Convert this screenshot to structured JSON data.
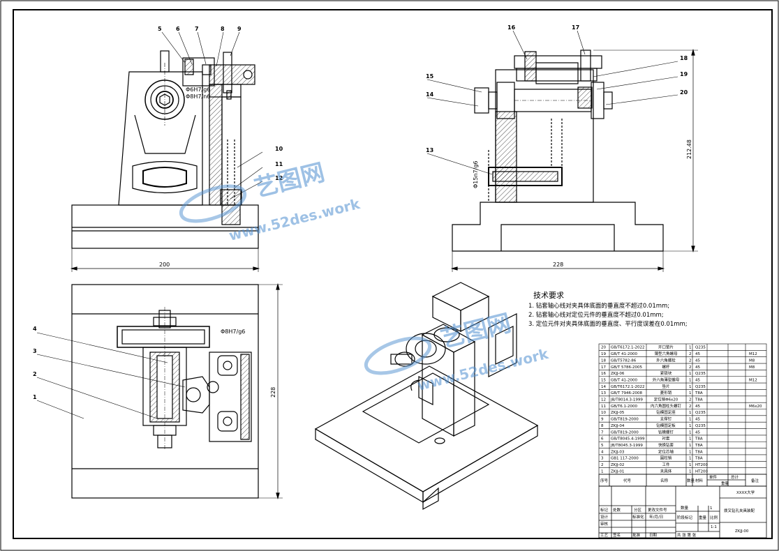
{
  "drawing": {
    "part_labels_front": [
      "5",
      "6",
      "7",
      "8",
      "9",
      "10",
      "11",
      "12"
    ],
    "part_labels_side": [
      "16",
      "17",
      "18",
      "19",
      "20",
      "15",
      "14",
      "13"
    ],
    "part_labels_top": [
      "4",
      "3",
      "2",
      "1"
    ],
    "fit_front": "Φ6H7/g6",
    "fit_front2": "Φ8H7/n6",
    "fit_side": "Φ15n7/g6",
    "fit_top": "Φ8H7/g6",
    "dim_front_width": "200",
    "dim_side_width": "228",
    "dim_side_height": "212.48",
    "dim_top_height": "228"
  },
  "watermark": {
    "brand": "艺图网",
    "url": "www.52des.work"
  },
  "tech_requirements": {
    "title": "技术要求",
    "items": [
      "1. 钻套轴心线对夹具体底面的垂直度不超过0.01mm;",
      "2. 钻套轴心线对定位元件的垂直度不超过0.01mm;",
      "3. 定位元件对夹具体底面的垂直度、平行度误差在0.01mm;"
    ]
  },
  "bom": {
    "rows": [
      {
        "no": "20",
        "code": "GB/T6172.1-2022",
        "name": "开口垫片",
        "qty": "1",
        "mat": "Q235",
        "note": ""
      },
      {
        "no": "19",
        "code": "GB/T 41-2000",
        "name": "薄型六角螺母",
        "qty": "2",
        "mat": "45",
        "note": "M12"
      },
      {
        "no": "18",
        "code": "GB/T5782-86",
        "name": "外六角螺栓",
        "qty": "2",
        "mat": "45",
        "note": "M8"
      },
      {
        "no": "17",
        "code": "GB/T 5786-2005",
        "name": "螺杆",
        "qty": "2",
        "mat": "45",
        "note": "M8"
      },
      {
        "no": "16",
        "code": "ZKJJ-06",
        "name": "紧锁块",
        "qty": "1",
        "mat": "Q235",
        "note": ""
      },
      {
        "no": "15",
        "code": "GB/T 41-2000",
        "name": "外六角薄型螺母",
        "qty": "1",
        "mat": "45",
        "note": "M12"
      },
      {
        "no": "14",
        "code": "GB/T6172.1-2022",
        "name": "垫片",
        "qty": "1",
        "mat": "Q235",
        "note": ""
      },
      {
        "no": "13",
        "code": "GB/T 7946-2008",
        "name": "菱形销",
        "qty": "1",
        "mat": "T8A",
        "note": ""
      },
      {
        "no": "12",
        "code": "JB/T8014.3-1999",
        "name": "定位销Φ6x20",
        "qty": "2",
        "mat": "T8A",
        "note": ""
      },
      {
        "no": "11",
        "code": "GB/T6.1-2000",
        "name": "内六角圆柱头螺钉",
        "qty": "2",
        "mat": "45",
        "note": "M6x20"
      },
      {
        "no": "10",
        "code": "ZKJJ-05",
        "name": "钻模固定座",
        "qty": "1",
        "mat": "Q235",
        "note": ""
      },
      {
        "no": "9",
        "code": "GB/T819-2000",
        "name": "支撑钉",
        "qty": "1",
        "mat": "45",
        "note": ""
      },
      {
        "no": "8",
        "code": "ZKJJ-04",
        "name": "钻模固定板",
        "qty": "1",
        "mat": "Q235",
        "note": ""
      },
      {
        "no": "7",
        "code": "GB/T819-2000",
        "name": "钻模螺钉",
        "qty": "1",
        "mat": "45",
        "note": ""
      },
      {
        "no": "6",
        "code": "GB/T8045.4-1999",
        "name": "衬套",
        "qty": "1",
        "mat": "T8A",
        "note": ""
      },
      {
        "no": "5",
        "code": "JB/T8045.3-1999",
        "name": "快换钻套",
        "qty": "1",
        "mat": "T8A",
        "note": ""
      },
      {
        "no": "4",
        "code": "ZKJJ-03",
        "name": "定位芯轴",
        "qty": "1",
        "mat": "T8A",
        "note": ""
      },
      {
        "no": "3",
        "code": "GB1 117-2000",
        "name": "圆柱销",
        "qty": "1",
        "mat": "T8A",
        "note": ""
      },
      {
        "no": "2",
        "code": "ZKJJ-02",
        "name": "工件",
        "qty": "1",
        "mat": "HT200",
        "note": ""
      },
      {
        "no": "1",
        "code": "ZKJJ-01",
        "name": "夹具体",
        "qty": "1",
        "mat": "HT200",
        "note": ""
      }
    ],
    "header": {
      "no": "序号",
      "code": "代号",
      "name": "名称",
      "qty": "数量",
      "mat": "材料",
      "unit_weight": "单件",
      "total_weight": "总计",
      "weight": "重量",
      "note": "备注"
    }
  },
  "title_block": {
    "school": "XXXX大学",
    "drawing_name": "拨叉钻孔夹具装配",
    "drawing_no": "ZKJJ-00",
    "scale_label": "比例",
    "scale": "1:1",
    "qty_label": "数量",
    "qty": "1",
    "weight_label": "重量",
    "mark_label": "阶段标记",
    "sheet_label": "共 张 第 张",
    "designer_label": "设计",
    "checker_label": "审核",
    "process_label": "工艺",
    "std_label": "标准化",
    "approve_label": "批准",
    "date_label": "日期",
    "sign_label": "签名",
    "mark_col": "标记",
    "count_col": "处数",
    "zone_col": "分区",
    "change_col": "更改文件号",
    "ymd": "年/月/日"
  }
}
